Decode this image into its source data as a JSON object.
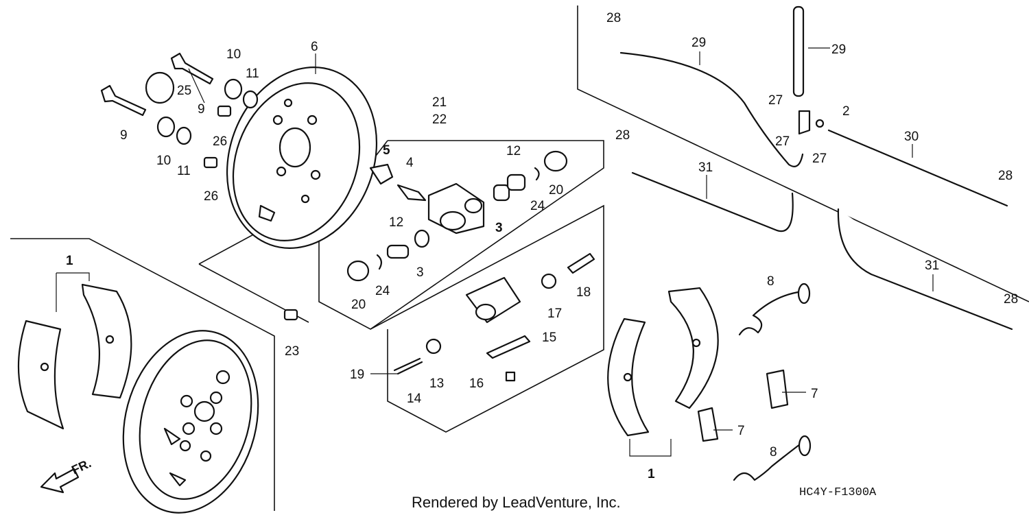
{
  "callouts": {
    "c1a": "1",
    "c1b": "1",
    "c2": "2",
    "c3a": "3",
    "c3b": "3",
    "c4": "4",
    "c5": "5",
    "c6": "6",
    "c7a": "7",
    "c7b": "7",
    "c8a": "8",
    "c8b": "8",
    "c9a": "9",
    "c9b": "9",
    "c10a": "10",
    "c10b": "10",
    "c11a": "11",
    "c11b": "11",
    "c12a": "12",
    "c12b": "12",
    "c13": "13",
    "c14": "14",
    "c15": "15",
    "c16": "16",
    "c17": "17",
    "c18": "18",
    "c19": "19",
    "c20a": "20",
    "c20b": "20",
    "c21": "21",
    "c22": "22",
    "c23": "23",
    "c24a": "24",
    "c24b": "24",
    "c25": "25",
    "c26a": "26",
    "c26b": "26",
    "c27a": "27",
    "c27b": "27",
    "c27c": "27",
    "c28a": "28",
    "c28b": "28",
    "c28c": "28",
    "c28d": "28",
    "c29a": "29",
    "c29b": "29",
    "c30": "30",
    "c31a": "31",
    "c31b": "31"
  },
  "direction_label": "FR.",
  "footer_text": "Rendered by LeadVenture, Inc.",
  "diagram_code": "HC4Y-F1300A"
}
